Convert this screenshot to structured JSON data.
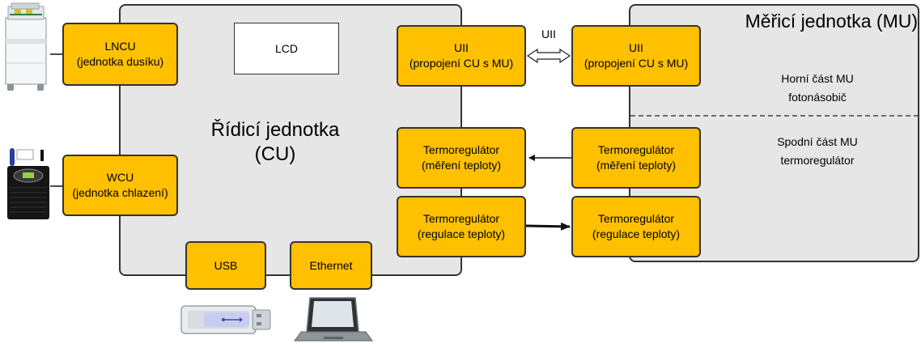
{
  "control_unit": {
    "title_line1": "Řídicí jednotka",
    "title_line2": "(CU)",
    "lcd_label": "LCD"
  },
  "measuring_unit": {
    "title": "Měřicí jednotka (MU)",
    "upper_part_line1": "Horní část MU",
    "upper_part_line2": "fotonásobič",
    "lower_part_line1": "Spodní část MU",
    "lower_part_line2": "termoregulátor"
  },
  "blocks": {
    "lncu": {
      "line1": "LNCU",
      "line2": "(jednotka dusíku)"
    },
    "wcu": {
      "line1": "WCU",
      "line2": "(jednotka chlazení)"
    },
    "uii_cu": {
      "line1": "UII",
      "line2": "(propojení CU s MU)"
    },
    "uii_mu": {
      "line1": "UII",
      "line2": "(propojení CU s MU)"
    },
    "thermo_measure_cu": {
      "line1": "Termoregulátor",
      "line2": "(měření teploty)"
    },
    "thermo_measure_mu": {
      "line1": "Termoregulátor",
      "line2": "(měření teploty)"
    },
    "thermo_regulate_cu": {
      "line1": "Termoregulátor",
      "line2": "(regulace teploty)"
    },
    "thermo_regulate_mu": {
      "line1": "Termoregulátor",
      "line2": "(regulace teploty)"
    },
    "usb": {
      "label": "USB"
    },
    "ethernet": {
      "label": "Ethernet"
    }
  },
  "connections": {
    "uii_link_label": "UII"
  },
  "colors": {
    "block_fill": "#ffc000",
    "panel_fill": "#e6e6e6",
    "border": "#333333"
  },
  "icons": [
    "nitrogen-unit-icon",
    "cooling-unit-icon",
    "usb-stick-icon",
    "laptop-icon"
  ]
}
